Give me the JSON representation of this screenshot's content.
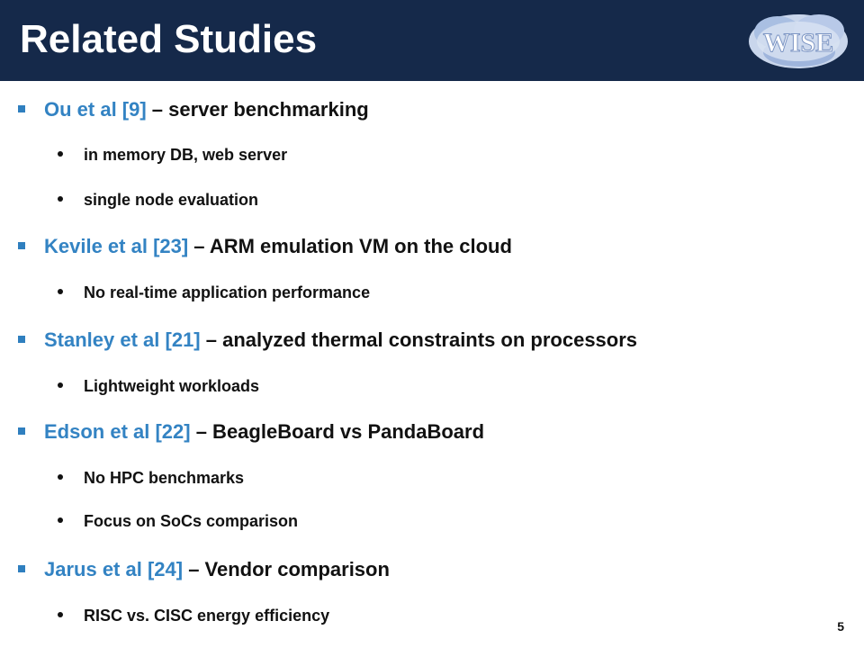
{
  "slide": {
    "title": "Related Studies",
    "logo_text": "WISE",
    "page_number": "5"
  },
  "studies": [
    {
      "citation": "Ou et al [9]",
      "description": " – server benchmarking",
      "points": [
        "in memory DB, web server",
        "single node evaluation"
      ]
    },
    {
      "citation": "Kevile et al [23]",
      "description": " – ARM emulation VM on the cloud",
      "points": [
        "No real-time application performance"
      ]
    },
    {
      "citation": "Stanley et al [21]",
      "description": " – analyzed thermal constraints on processors",
      "points": [
        "Lightweight workloads"
      ]
    },
    {
      "citation": "Edson et al [22]",
      "description": " – BeagleBoard vs PandaBoard",
      "points": [
        "No HPC benchmarks",
        "Focus on SoCs comparison"
      ]
    },
    {
      "citation": "Jarus et al [24]",
      "description": " – Vendor comparison",
      "points": [
        "RISC vs. CISC energy efficiency"
      ]
    }
  ]
}
